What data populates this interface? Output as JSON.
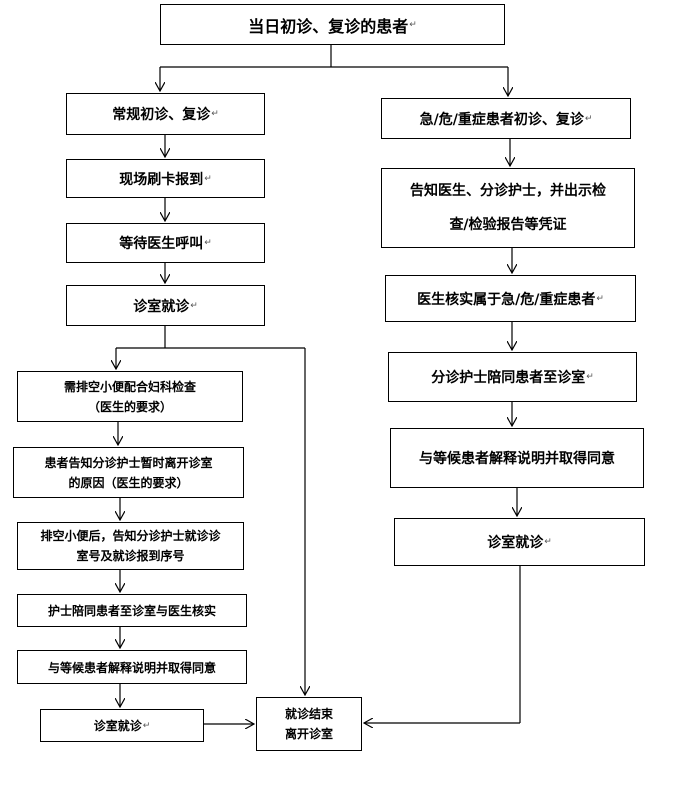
{
  "mark": "↵",
  "nodes": {
    "start": "当日初诊、复诊的患者",
    "routine": "常规初诊、复诊",
    "card": "现场刷卡报到",
    "wait": "等待医生呼叫",
    "visit1": "诊室就诊",
    "urine": "需排空小便配合妇科检查\n（医生的要求）",
    "leave": "患者告知分诊护士暂时离开诊室\n的原因（医生的要求）",
    "return": "排空小便后，告知分诊护士就诊诊\n室号及就诊报到序号",
    "escort1": "护士陪同患者至诊室与医生核实",
    "explain1": "与等候患者解释说明并取得同意",
    "visit2": "诊室就诊",
    "end": "就诊结束\n离开诊室",
    "urgent": "急/危/重症患者初诊、复诊",
    "notify": "告知医生、分诊护士，并出示检\n查/检验报告等凭证",
    "verify": "医生核实属于急/危/重症患者",
    "escort2": "分诊护士陪同患者至诊室",
    "explain2": "与等候患者解释说明并取得同意",
    "visit3": "诊室就诊"
  }
}
